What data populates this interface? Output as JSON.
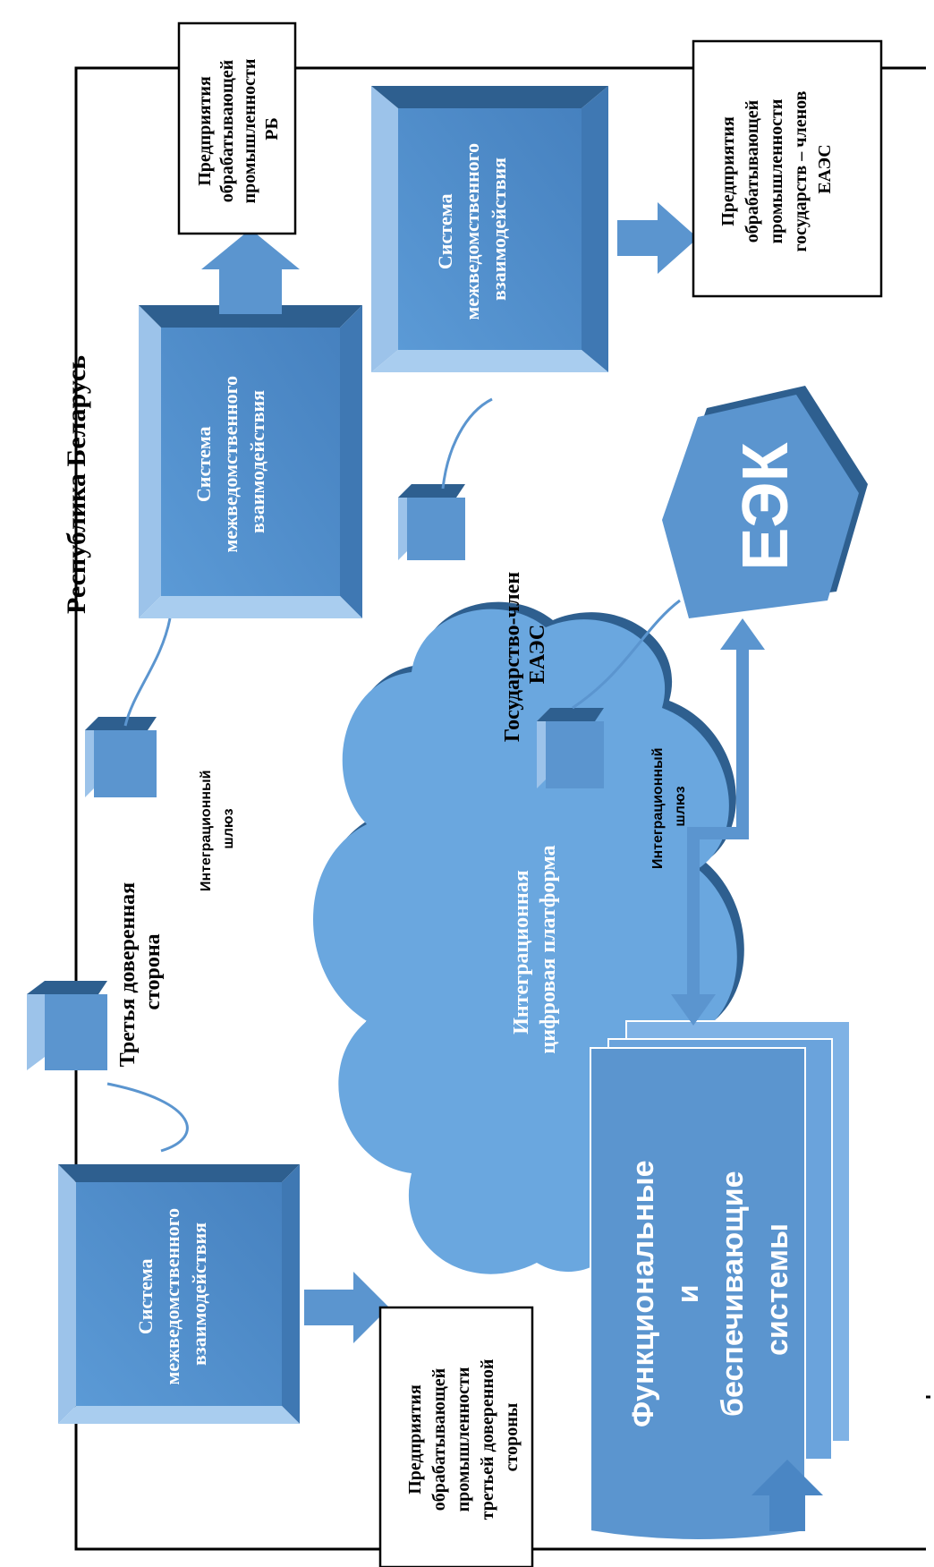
{
  "title": "Республика Беларусь",
  "member_state_label": "Государство-член ЕАЭС",
  "third_party_label": "Третья доверенная сторона",
  "gateway_1": "Интеграционный шлюз",
  "gateway_2": "Интеграционный шлюз",
  "platform": "Интеграционная цифровая платформа",
  "system_rb": "Системa межведомственного взаимодействия",
  "system_member": "Система межведомственного взаимодействия",
  "system_third": "Система межведомственного взаимодействия",
  "enterprises_rb": "Предприятия обрабатывающей промышленности РБ",
  "enterprises_member": "Предприятия обрабатывающей промышленности государств – членов ЕАЭС",
  "enterprises_third": "Предприятия обрабатывающей промышленности третьей доверенной стороны",
  "eek": "ЕЭК",
  "functional_systems": "Функциональные и беспечивающие системы",
  "colors": {
    "box_face": "#4f8fcd",
    "box_light": "#9cc3ea",
    "box_dark": "#2e5f8f",
    "cloud": "#6aa7df",
    "arrow": "#5b95cf",
    "line": "#000000"
  }
}
